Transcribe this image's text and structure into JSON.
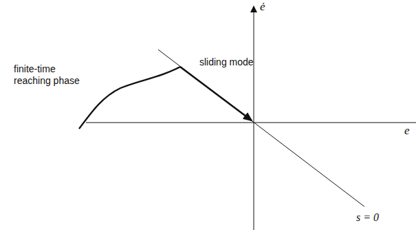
{
  "diagram": {
    "labels": [
      "finite-time reaching phase",
      "sliding mode",
      "ė",
      "e",
      "s = 0"
    ]
  }
}
